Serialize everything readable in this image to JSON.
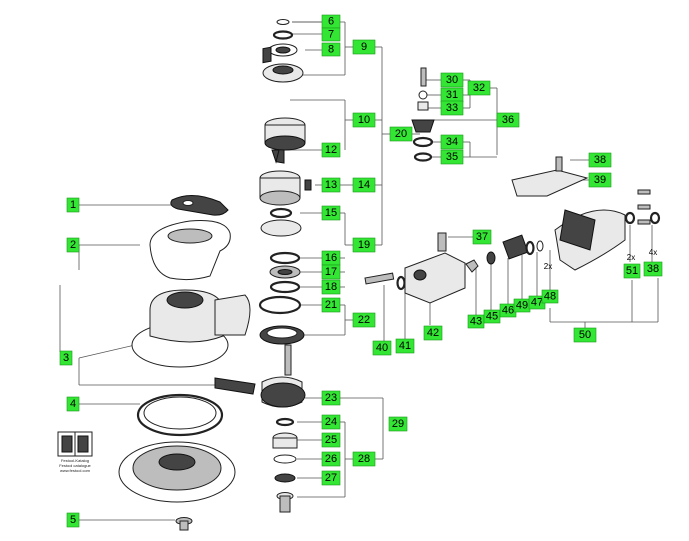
{
  "labels": {
    "l1": "1",
    "l2": "2",
    "l3": "3",
    "l4": "4",
    "l5": "5",
    "l6": "6",
    "l7": "7",
    "l8": "8",
    "l9": "9",
    "l10": "10",
    "l12": "12",
    "l13": "13",
    "l14": "14",
    "l15": "15",
    "l16": "16",
    "l17": "17",
    "l18": "18",
    "l19": "19",
    "l20": "20",
    "l21": "21",
    "l22": "22",
    "l23": "23",
    "l24": "24",
    "l25": "25",
    "l26": "26",
    "l27": "27",
    "l28": "28",
    "l29": "29",
    "l30": "30",
    "l31": "31",
    "l32": "32",
    "l33": "33",
    "l34": "34",
    "l35": "35",
    "l36": "36",
    "l37": "37",
    "l38a": "38",
    "l38b": "38",
    "l39": "39",
    "l40": "40",
    "l41": "41",
    "l42": "42",
    "l43": "43",
    "l45": "45",
    "l46": "46",
    "l47": "47",
    "l48": "48",
    "l49": "49",
    "l50": "50",
    "l51": "51"
  },
  "quantities": {
    "q48": "2x",
    "q51": "2x",
    "q38": "4x"
  },
  "manual": {
    "line1": "Festool-Katalog",
    "line2": "Festool catalogue",
    "line3": "www.festool.com"
  },
  "colors": {
    "label_fill": "#33e633",
    "label_border": "#1a9a1a",
    "line": "#555555"
  }
}
